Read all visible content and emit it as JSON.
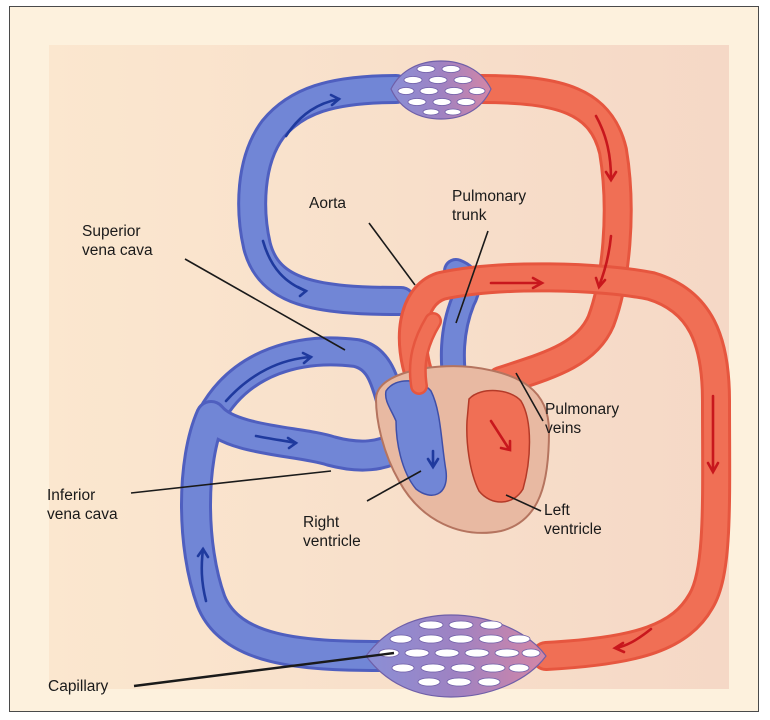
{
  "labels": {
    "aorta": "Aorta",
    "pulmonary_trunk": [
      "Pulmonary",
      "trunk"
    ],
    "superior_vena_cava": [
      "Superior",
      "vena cava"
    ],
    "pulmonary_veins": [
      "Pulmonary",
      "veins"
    ],
    "inferior_vena_cava": [
      "Inferior",
      "vena cava"
    ],
    "right_ventricle": [
      "Right",
      "ventricle"
    ],
    "left_ventricle": [
      "Left",
      "ventricle"
    ],
    "capillary": "Capillary"
  },
  "colors": {
    "background": "#fdf1dd",
    "deoxygenated_blood": "#7186d6",
    "oxygenated_blood": "#f06f55",
    "capillary_bed": "#9b86c8",
    "heart_tissue": "#e8b9a2",
    "blue_arrow": "#1f3a9e",
    "red_arrow": "#c8171d"
  }
}
